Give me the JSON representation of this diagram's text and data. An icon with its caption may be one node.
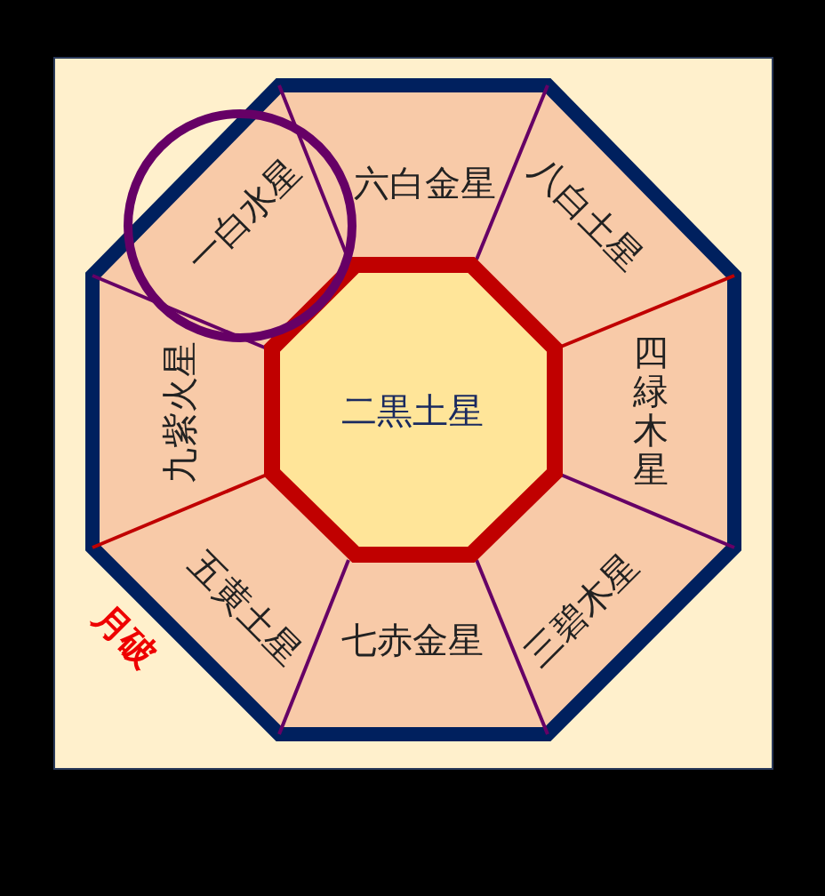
{
  "diagram": {
    "nodes": [
      {
        "text": [
          "六白金星"
        ]
      },
      {
        "text": [
          "八白土星"
        ]
      },
      {
        "text": [
          "四緑木星"
        ]
      },
      {
        "text": [
          "三碧木星"
        ]
      },
      {
        "text": [
          "七赤金星"
        ]
      },
      {
        "text": [
          "五黄土星"
        ]
      },
      {
        "text": [
          "九紫火星"
        ]
      },
      {
        "text": [
          "一白水星"
        ]
      },
      {
        "text": [
          "二黒土星"
        ]
      }
    ],
    "labels": [
      "月破"
    ]
  }
}
